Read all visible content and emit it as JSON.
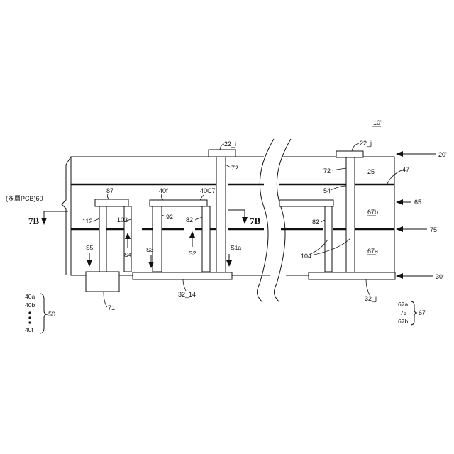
{
  "figure_label": "10'",
  "labels": {
    "pcb": "(多層PCB)60",
    "l20": "20'",
    "l22i": "22_i",
    "l22j": "22_j",
    "l72a": "72",
    "l72b": "72",
    "l25": "25",
    "l47": "47",
    "l87": "87",
    "l40f": "40f",
    "l40c7": "40C7",
    "l54": "54",
    "l65": "65",
    "l67b_board": "67b",
    "l67a_board": "67a",
    "l7b_left": "7B",
    "l7b_right": "7B",
    "l112": "112",
    "l102": "102",
    "l92": "92",
    "l82a": "82",
    "l82b": "82",
    "l75": "75",
    "s5": "S5",
    "s4": "S4",
    "s3": "S3",
    "s2": "S2",
    "s1a": "S1a",
    "l104": "104",
    "l30": "30'",
    "l71": "71",
    "l32_14": "32_14",
    "l32j": "32_j",
    "list50": [
      "40a",
      "40b",
      "40f"
    ],
    "l50": "50",
    "list67": [
      "67a",
      "75",
      "67b"
    ],
    "l67": "67"
  }
}
